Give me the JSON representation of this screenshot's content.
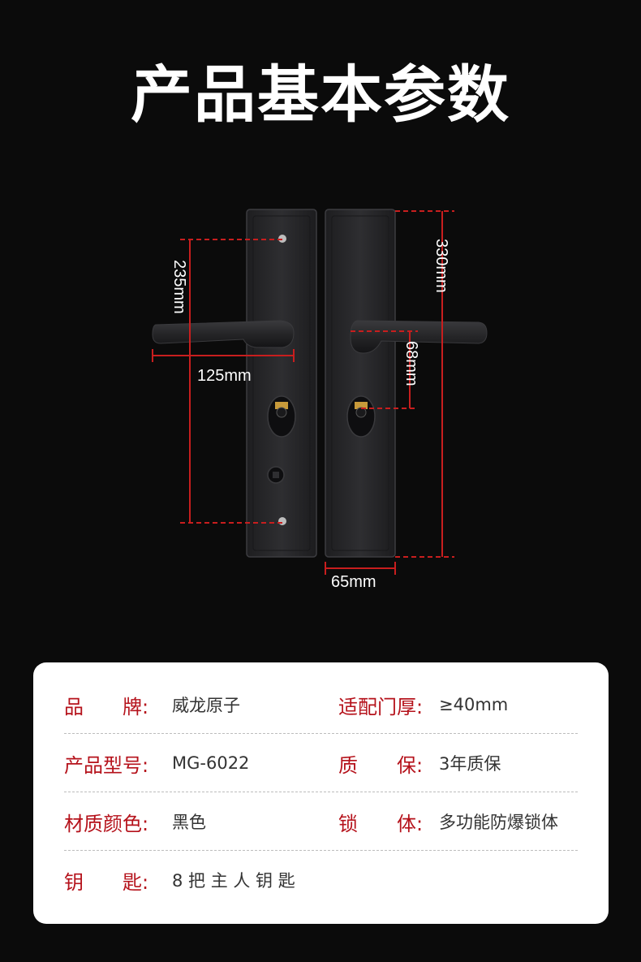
{
  "title": "产品基本参数",
  "dimensions": {
    "hole_spacing": "235mm",
    "handle_length": "125mm",
    "panel_height": "330mm",
    "handle_offset": "68mm",
    "panel_width": "65mm"
  },
  "colors": {
    "background": "#0b0b0b",
    "accent": "#b5121b",
    "dimension_line": "#c81e1e",
    "panel": "#2a2a2c"
  },
  "specs": [
    {
      "left_label": "品　　牌:",
      "left_value": "威龙原子",
      "right_label": "适配门厚:",
      "right_value": "≥40mm"
    },
    {
      "left_label": "产品型号:",
      "left_value": "MG-6022",
      "right_label": "质　　保:",
      "right_value": "3年质保"
    },
    {
      "left_label": "材质颜色:",
      "left_value": "黑色",
      "right_label": "锁　　体:",
      "right_value": "多功能防爆锁体"
    },
    {
      "left_label": "钥　　匙:",
      "left_value": "8 把 主 人 钥 匙"
    }
  ]
}
